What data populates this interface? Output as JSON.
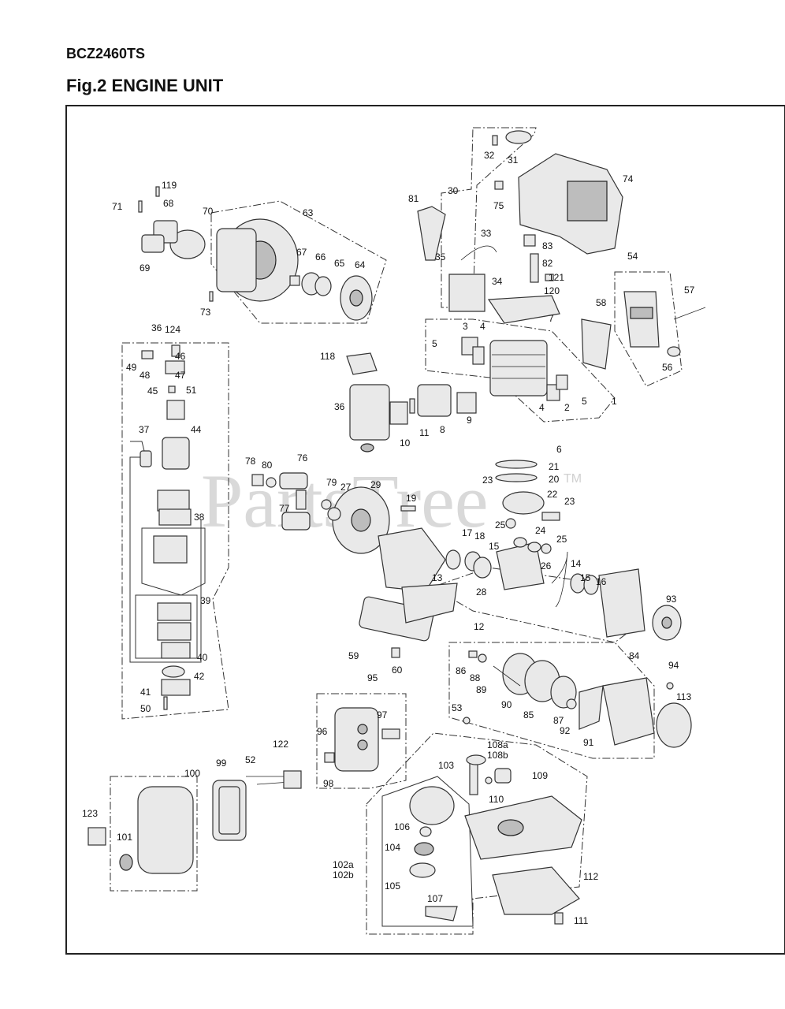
{
  "header": {
    "model": "BCZ2460TS",
    "figure_title": "Fig.2 ENGINE UNIT"
  },
  "watermark": {
    "text": "PartsTree",
    "tm": "TM"
  },
  "callouts": [
    {
      "id": "119",
      "t": "119"
    },
    {
      "id": "71",
      "t": "71"
    },
    {
      "id": "68",
      "t": "68"
    },
    {
      "id": "70",
      "t": "70"
    },
    {
      "id": "69",
      "t": "69"
    },
    {
      "id": "63",
      "t": "63"
    },
    {
      "id": "67",
      "t": "67"
    },
    {
      "id": "66",
      "t": "66"
    },
    {
      "id": "65",
      "t": "65"
    },
    {
      "id": "64",
      "t": "64"
    },
    {
      "id": "73",
      "t": "73"
    },
    {
      "id": "32",
      "t": "32"
    },
    {
      "id": "31",
      "t": "31"
    },
    {
      "id": "30",
      "t": "30"
    },
    {
      "id": "74",
      "t": "74"
    },
    {
      "id": "75",
      "t": "75"
    },
    {
      "id": "81",
      "t": "81"
    },
    {
      "id": "33",
      "t": "33"
    },
    {
      "id": "83",
      "t": "83"
    },
    {
      "id": "35",
      "t": "35"
    },
    {
      "id": "82",
      "t": "82"
    },
    {
      "id": "121",
      "t": "121"
    },
    {
      "id": "34",
      "t": "34"
    },
    {
      "id": "120",
      "t": "120"
    },
    {
      "id": "54",
      "t": "54"
    },
    {
      "id": "57",
      "t": "57"
    },
    {
      "id": "58",
      "t": "58"
    },
    {
      "id": "7",
      "t": "7"
    },
    {
      "id": "36a",
      "t": "36"
    },
    {
      "id": "124",
      "t": "124"
    },
    {
      "id": "46",
      "t": "46"
    },
    {
      "id": "49",
      "t": "49"
    },
    {
      "id": "48",
      "t": "48"
    },
    {
      "id": "47",
      "t": "47"
    },
    {
      "id": "45",
      "t": "45"
    },
    {
      "id": "51",
      "t": "51"
    },
    {
      "id": "3",
      "t": "3"
    },
    {
      "id": "4a",
      "t": "4"
    },
    {
      "id": "5a",
      "t": "5"
    },
    {
      "id": "118",
      "t": "118"
    },
    {
      "id": "56",
      "t": "56"
    },
    {
      "id": "4b",
      "t": "4"
    },
    {
      "id": "2",
      "t": "2"
    },
    {
      "id": "5b",
      "t": "5"
    },
    {
      "id": "1",
      "t": "1"
    },
    {
      "id": "36b",
      "t": "36"
    },
    {
      "id": "44",
      "t": "44"
    },
    {
      "id": "37",
      "t": "37"
    },
    {
      "id": "11",
      "t": "11"
    },
    {
      "id": "8",
      "t": "8"
    },
    {
      "id": "9",
      "t": "9"
    },
    {
      "id": "10",
      "t": "10"
    },
    {
      "id": "6",
      "t": "6"
    },
    {
      "id": "78",
      "t": "78"
    },
    {
      "id": "80",
      "t": "80"
    },
    {
      "id": "76",
      "t": "76"
    },
    {
      "id": "79",
      "t": "79"
    },
    {
      "id": "27",
      "t": "27"
    },
    {
      "id": "29",
      "t": "29"
    },
    {
      "id": "21",
      "t": "21"
    },
    {
      "id": "20",
      "t": "20"
    },
    {
      "id": "23a",
      "t": "23"
    },
    {
      "id": "22",
      "t": "22"
    },
    {
      "id": "23b",
      "t": "23"
    },
    {
      "id": "77",
      "t": "77"
    },
    {
      "id": "19",
      "t": "19"
    },
    {
      "id": "38",
      "t": "38"
    },
    {
      "id": "25a",
      "t": "25"
    },
    {
      "id": "24",
      "t": "24"
    },
    {
      "id": "25b",
      "t": "25"
    },
    {
      "id": "17",
      "t": "17"
    },
    {
      "id": "18",
      "t": "18"
    },
    {
      "id": "15a",
      "t": "15"
    },
    {
      "id": "26",
      "t": "26"
    },
    {
      "id": "14",
      "t": "14"
    },
    {
      "id": "13",
      "t": "13"
    },
    {
      "id": "28",
      "t": "28"
    },
    {
      "id": "15b",
      "t": "15"
    },
    {
      "id": "16",
      "t": "16"
    },
    {
      "id": "93",
      "t": "93"
    },
    {
      "id": "39",
      "t": "39"
    },
    {
      "id": "12",
      "t": "12"
    },
    {
      "id": "59",
      "t": "59"
    },
    {
      "id": "60",
      "t": "60"
    },
    {
      "id": "40",
      "t": "40"
    },
    {
      "id": "42",
      "t": "42"
    },
    {
      "id": "86",
      "t": "86"
    },
    {
      "id": "88",
      "t": "88"
    },
    {
      "id": "89",
      "t": "89"
    },
    {
      "id": "84",
      "t": "84"
    },
    {
      "id": "94",
      "t": "94"
    },
    {
      "id": "41",
      "t": "41"
    },
    {
      "id": "90",
      "t": "90"
    },
    {
      "id": "85",
      "t": "85"
    },
    {
      "id": "87",
      "t": "87"
    },
    {
      "id": "92",
      "t": "92"
    },
    {
      "id": "91",
      "t": "91"
    },
    {
      "id": "113",
      "t": "113"
    },
    {
      "id": "50",
      "t": "50"
    },
    {
      "id": "95",
      "t": "95"
    },
    {
      "id": "97",
      "t": "97"
    },
    {
      "id": "53",
      "t": "53"
    },
    {
      "id": "96",
      "t": "96"
    },
    {
      "id": "122",
      "t": "122"
    },
    {
      "id": "108a",
      "t": "108a"
    },
    {
      "id": "108b",
      "t": "108b"
    },
    {
      "id": "99",
      "t": "99"
    },
    {
      "id": "52",
      "t": "52"
    },
    {
      "id": "98",
      "t": "98"
    },
    {
      "id": "103",
      "t": "103"
    },
    {
      "id": "109",
      "t": "109"
    },
    {
      "id": "100",
      "t": "100"
    },
    {
      "id": "110",
      "t": "110"
    },
    {
      "id": "123",
      "t": "123"
    },
    {
      "id": "106",
      "t": "106"
    },
    {
      "id": "101",
      "t": "101"
    },
    {
      "id": "104",
      "t": "104"
    },
    {
      "id": "102a",
      "t": "102a"
    },
    {
      "id": "102b",
      "t": "102b"
    },
    {
      "id": "105",
      "t": "105"
    },
    {
      "id": "112",
      "t": "112"
    },
    {
      "id": "107",
      "t": "107"
    },
    {
      "id": "111",
      "t": "111"
    }
  ]
}
